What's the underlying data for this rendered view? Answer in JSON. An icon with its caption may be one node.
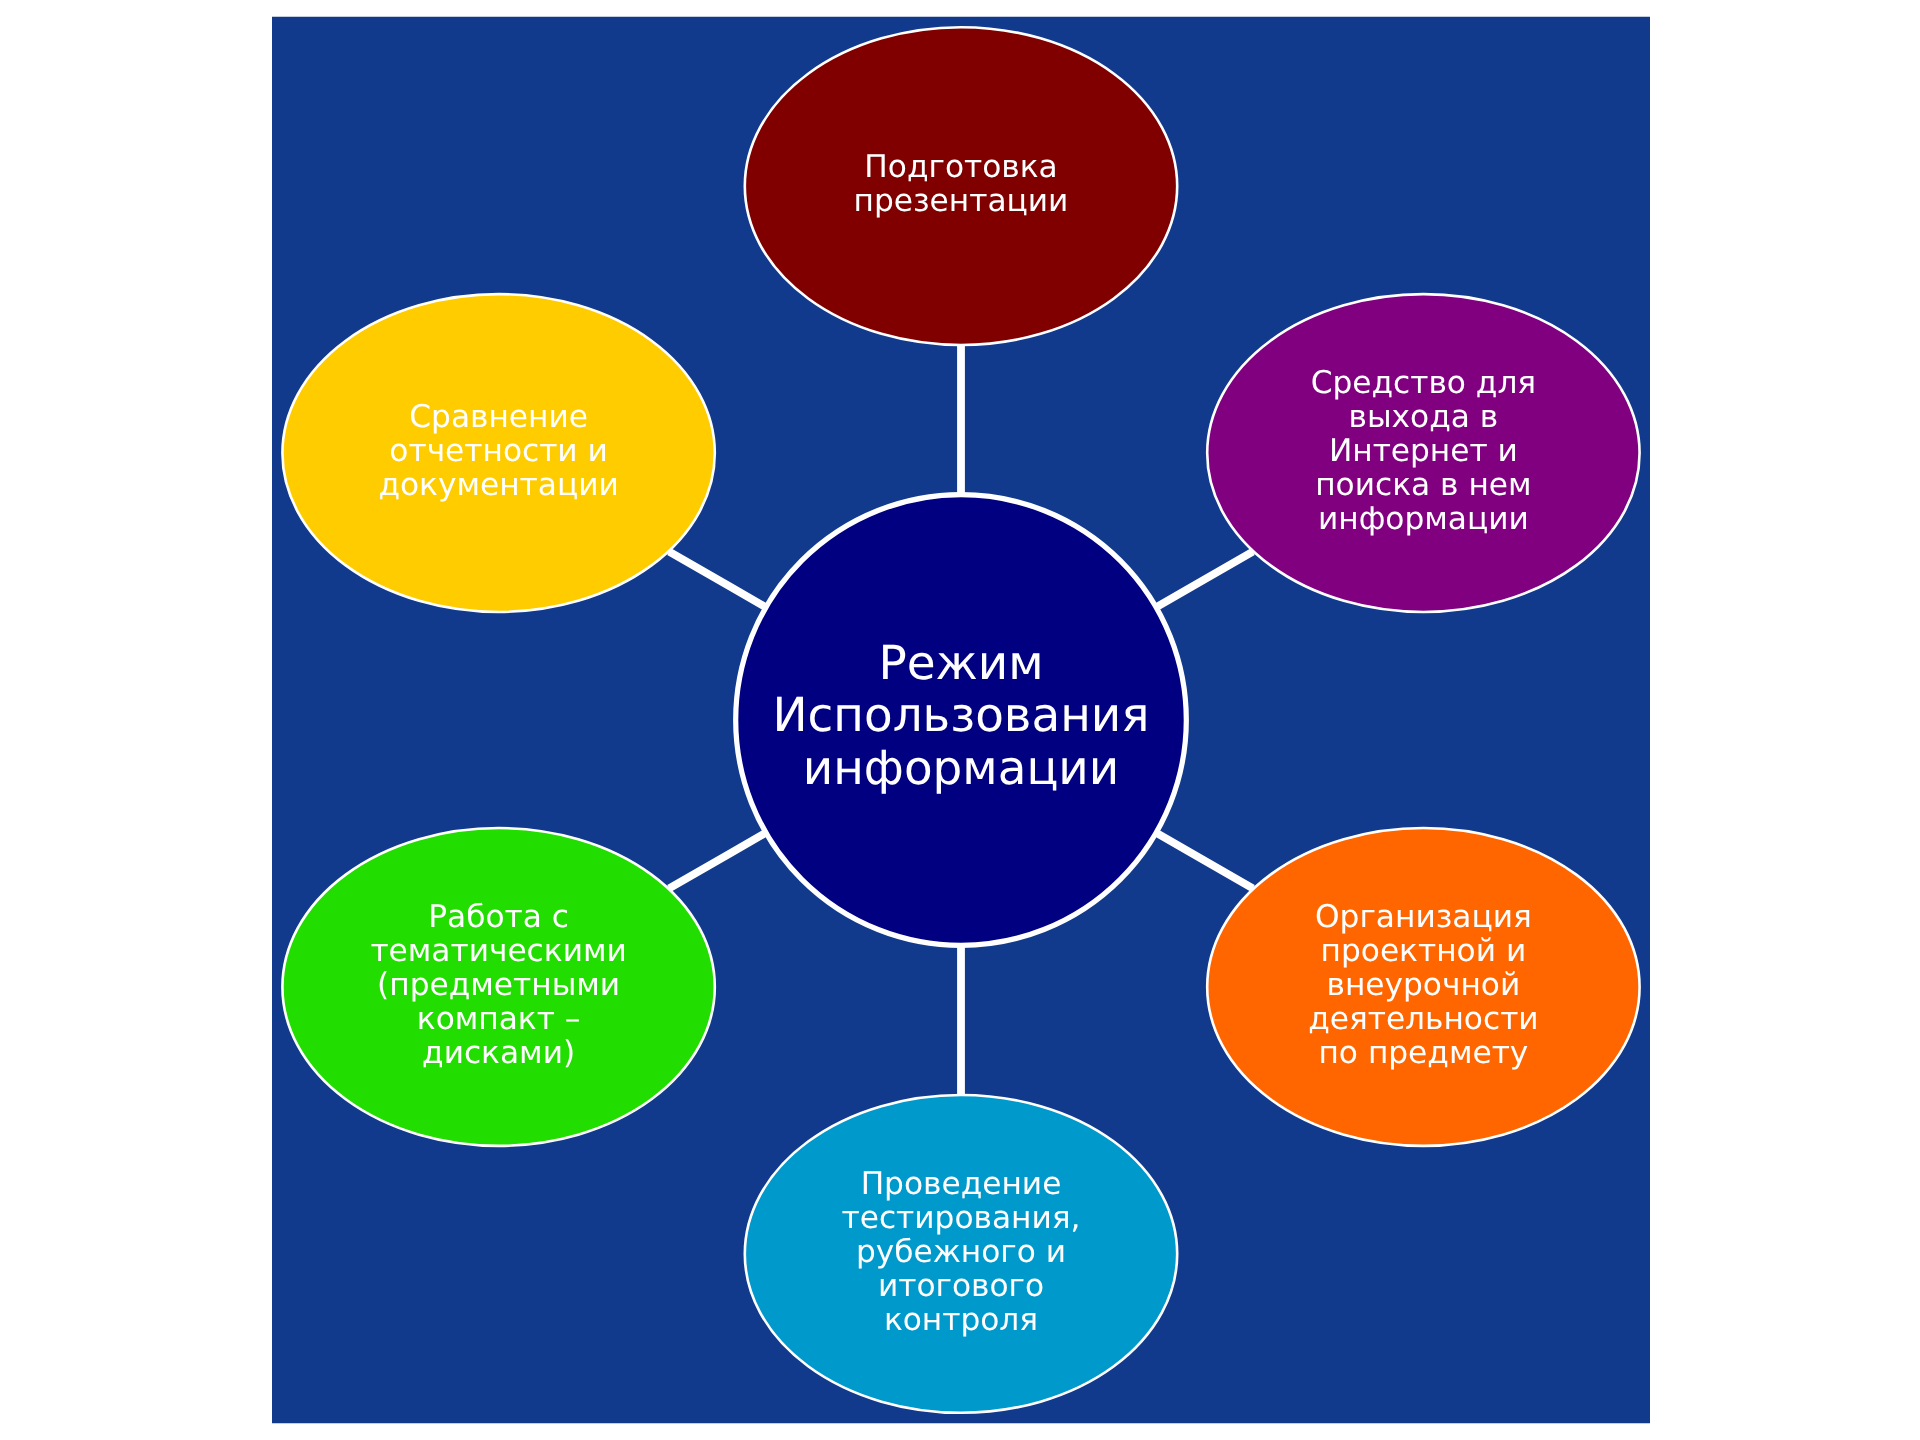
{
  "diagram": {
    "nodes": [
      {
        "text": [
          "Режим Использования информации"
        ]
      },
      {
        "text": [
          "Средство для выхода в Интернет и поиска в нем информации"
        ]
      },
      {
        "text": [
          "Подготовка презентации"
        ]
      },
      {
        "text": [
          "Сравнение отчетности и документации"
        ]
      },
      {
        "text": [
          "Работа с тематическими (предметными компакт – дисками)"
        ]
      },
      {
        "text": [
          "Проведение тестирования, рубежного и итогового контроля"
        ]
      },
      {
        "text": [
          "Организация проектной и внеурочной деятельности по предмету"
        ]
      }
    ],
    "edges": [
      {
        "from": 0,
        "to": 1,
        "arrow": "none"
      },
      {
        "from": 0,
        "to": 3,
        "arrow": "none"
      },
      {
        "from": 0,
        "to": 4,
        "arrow": "none"
      },
      {
        "from": 0,
        "to": 5,
        "arrow": "none"
      },
      {
        "from": 0,
        "to": 6,
        "arrow": "none"
      },
      {
        "from": 0,
        "to": 2,
        "arrow": "none"
      }
    ]
  }
}
